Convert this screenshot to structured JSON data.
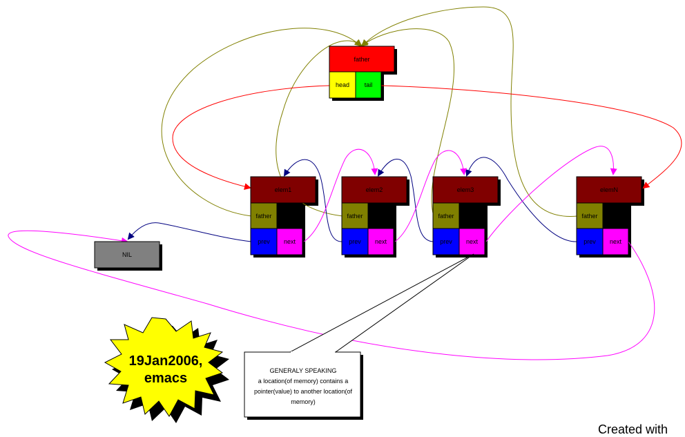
{
  "header": {
    "father": "father",
    "head": "head",
    "tail": "tail"
  },
  "elements": [
    {
      "label": "elem1",
      "father": "father",
      "prev": "prev",
      "next": "next"
    },
    {
      "label": "elem2",
      "father": "father",
      "prev": "prev",
      "next": "next"
    },
    {
      "label": "elem3",
      "father": "father",
      "prev": "prev",
      "next": "next"
    },
    {
      "label": "elemN",
      "father": "father",
      "prev": "prev",
      "next": "next"
    }
  ],
  "nil": "NIL",
  "callout": {
    "title": "GENERALY SPEAKING",
    "body": "a location(of memory) contains a pointer(value) to another location(of memory)"
  },
  "badge": {
    "line1": "19Jan2006,",
    "line2": "emacs"
  },
  "credit": "Created with",
  "colors": {
    "header_father": "#ff0000",
    "head": "#ffff00",
    "tail": "#00ff00",
    "elem_label": "#800000",
    "father_cell": "#808000",
    "prev_cell": "#0000ff",
    "next_cell": "#ff00ff",
    "nil": "#808080",
    "star": "#ffff00",
    "arrow_prev": "#000080",
    "arrow_next": "#ff00ff",
    "arrow_father": "#808000",
    "arrow_head_tail": "#ff0000"
  }
}
